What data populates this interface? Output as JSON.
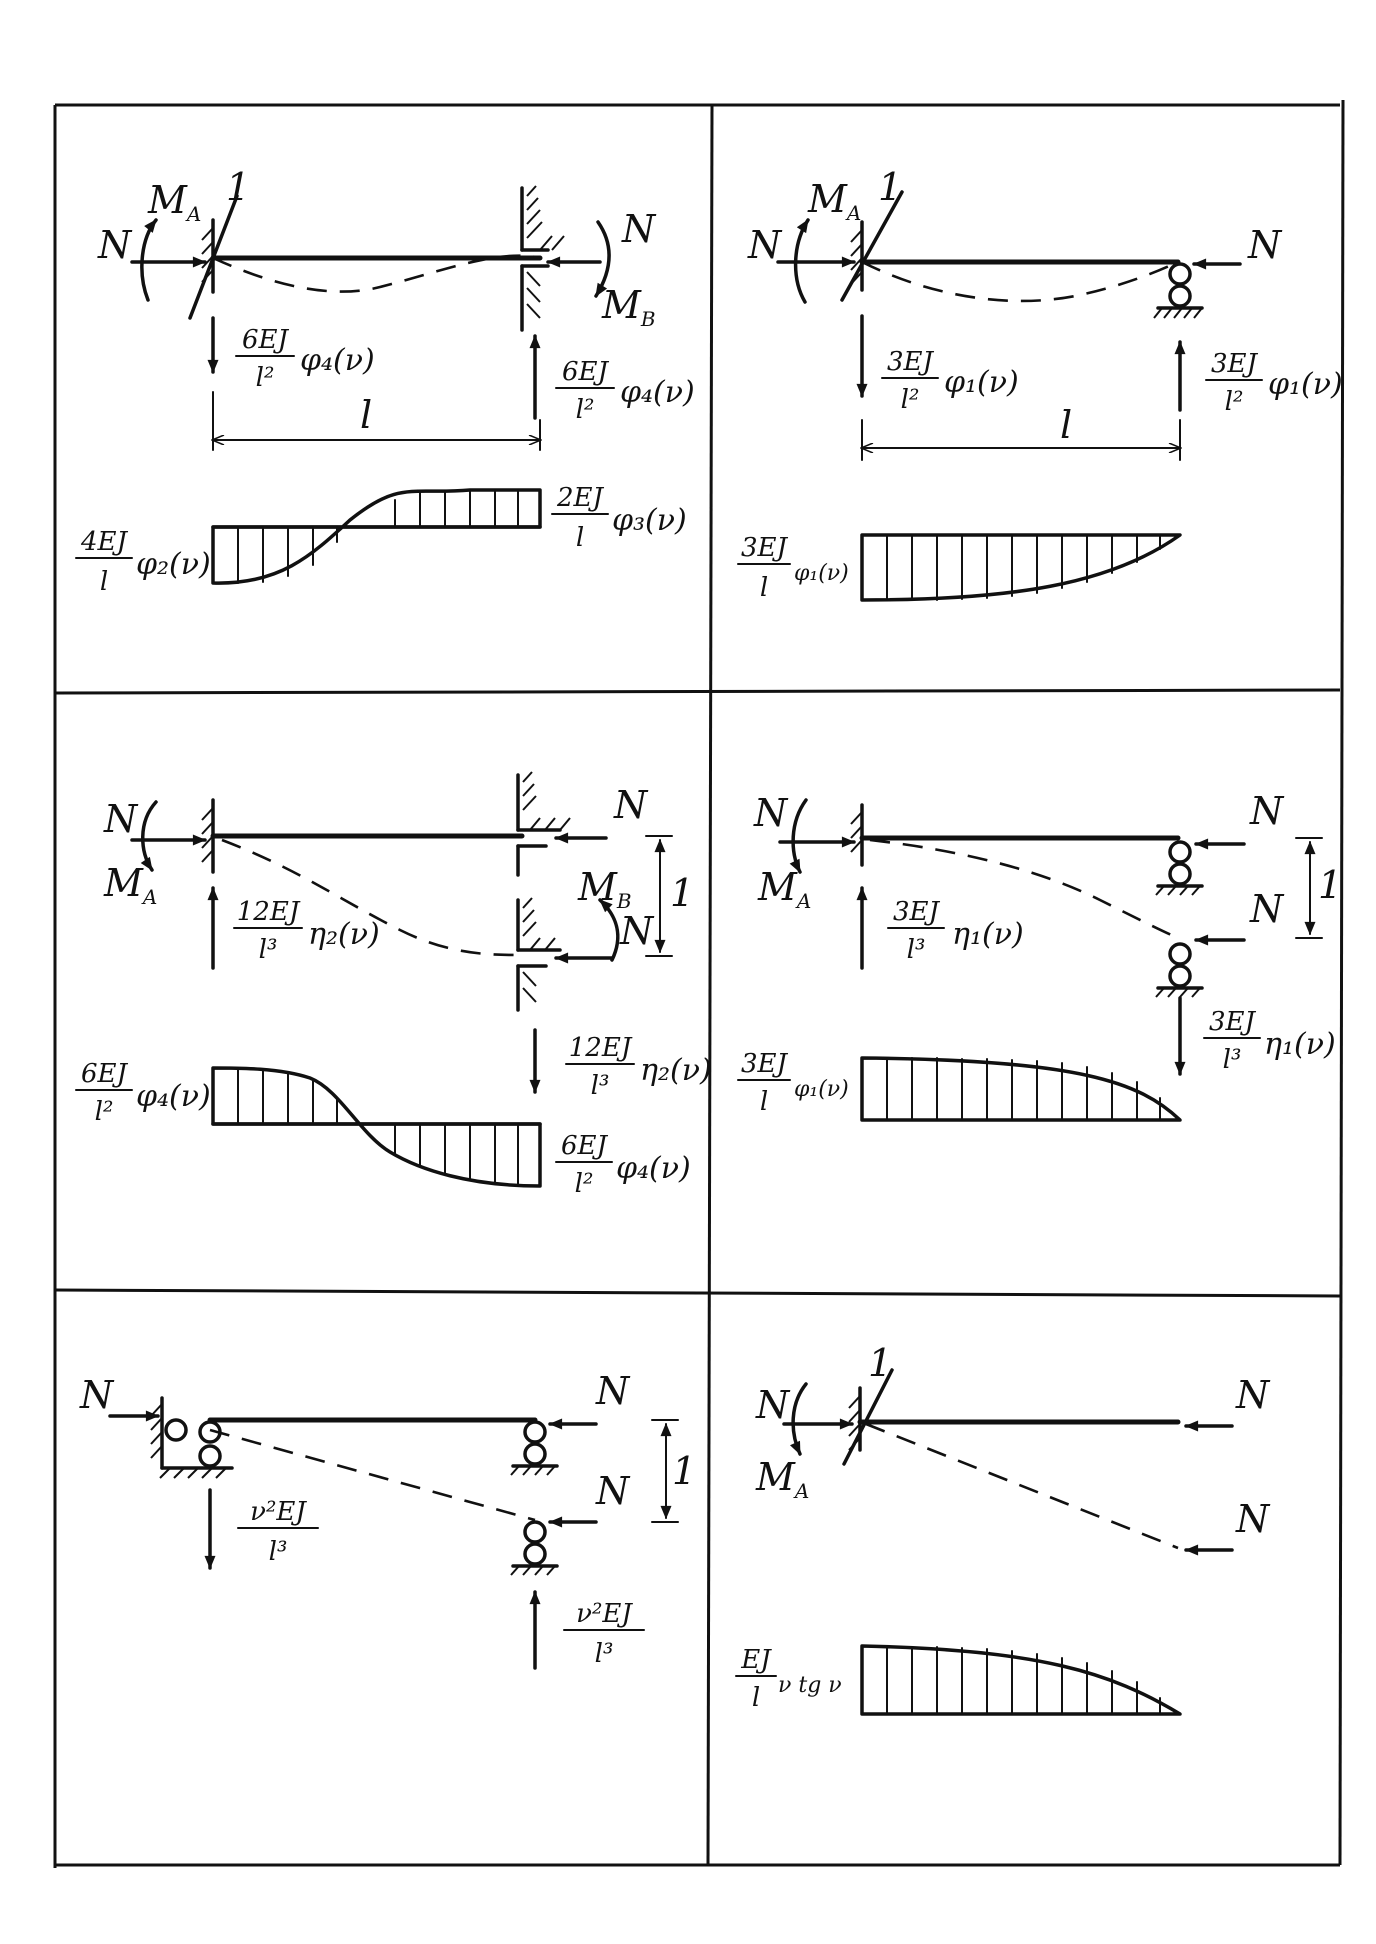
{
  "colors": {
    "ink": "#111111",
    "paper": "#ffffff"
  },
  "icons": [
    "fixed-support-icon",
    "roller-support-icon",
    "slider-support-icon",
    "force-arrow-icon",
    "moment-arrow-icon",
    "dimension-arrow-icon"
  ],
  "symbols": {
    "force": "N",
    "moment_a": "M",
    "moment_a_sub": "A",
    "moment_b": "M",
    "moment_b_sub": "B",
    "unit": "1",
    "length": "l"
  },
  "cases": [
    {
      "id": "fixed-fixed-rotation",
      "reaction_left": {
        "num": "6EJ",
        "den": "l²",
        "fn": "φ₄(ν)"
      },
      "reaction_right": {
        "num": "6EJ",
        "den": "l²",
        "fn": "φ₄(ν)"
      },
      "moment_left": {
        "num": "4EJ",
        "den": "l",
        "fn": "φ₂(ν)"
      },
      "moment_right": {
        "num": "2EJ",
        "den": "l",
        "fn": "φ₃(ν)"
      }
    },
    {
      "id": "fixed-pinned-rotation",
      "reaction_left": {
        "num": "3EJ",
        "den": "l²",
        "fn": "φ₁(ν)"
      },
      "reaction_right": {
        "num": "3EJ",
        "den": "l²",
        "fn": "φ₁(ν)"
      },
      "moment_left": {
        "num": "3EJ",
        "den": "l",
        "fn": "φ₁(ν)"
      }
    },
    {
      "id": "fixed-fixed-displacement",
      "reaction_left": {
        "num": "12EJ",
        "den": "l³",
        "fn": "η₂(ν)"
      },
      "reaction_right": {
        "num": "12EJ",
        "den": "l³",
        "fn": "η₂(ν)"
      },
      "moment_left": {
        "num": "6EJ",
        "den": "l²",
        "fn": "φ₄(ν)"
      },
      "moment_right": {
        "num": "6EJ",
        "den": "l²",
        "fn": "φ₄(ν)"
      }
    },
    {
      "id": "fixed-pinned-displacement",
      "reaction_left": {
        "num": "3EJ",
        "den": "l³",
        "fn": "η₁(ν)"
      },
      "reaction_right": {
        "num": "3EJ",
        "den": "l³",
        "fn": "η₁(ν)"
      },
      "moment_left": {
        "num": "3EJ",
        "den": "l",
        "fn": "φ₁(ν)"
      }
    },
    {
      "id": "sliding-pinned-displacement",
      "reaction_left": {
        "num": "ν²EJ",
        "den": "l³"
      },
      "reaction_right": {
        "num": "ν²EJ",
        "den": "l³"
      }
    },
    {
      "id": "fixed-free-rotation",
      "moment_left": {
        "num": "EJ",
        "den": "l",
        "fn": "ν tg ν"
      }
    }
  ]
}
